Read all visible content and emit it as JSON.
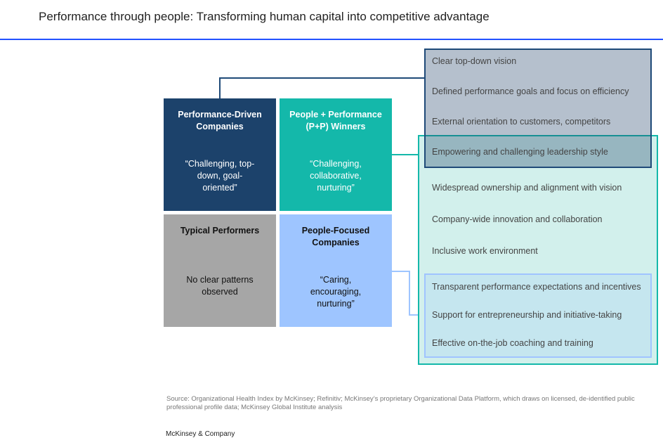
{
  "title": "Performance through people: Transforming human capital into competitive advantage",
  "quadrants": [
    {
      "heading": "Performance-Driven Companies",
      "quote": "“Challenging, top-down, goal-oriented”"
    },
    {
      "heading": "People + Performance (P+P) Winners",
      "quote": "“Challenging, collaborative, nurturing”"
    },
    {
      "heading": "Typical Performers",
      "quote": "No clear patterns observed"
    },
    {
      "heading": "People-Focused Companies",
      "quote": "“Caring, encouraging, nurturing”"
    }
  ],
  "performance_traits": [
    "Clear top-down vision",
    "Defined performance goals and focus on efficiency",
    "External orientation to customers, competitors",
    "Empowering and challenging leadership style"
  ],
  "winner_traits": [
    "Widespread ownership and alignment with vision",
    "Company-wide innovation and collaboration",
    "Inclusive work environment"
  ],
  "people_traits": [
    "Transparent performance expectations and incentives",
    "Support for entrepreneurship and initiative-taking",
    "Effective on-the-job coaching and training"
  ],
  "source": "Source: Organizational Health Index by McKinsey; Refinitiv; McKinsey’s proprietary Organizational Data Platform, which draws on licensed, de-identified public professional profile data; McKinsey Global Institute analysis",
  "brand": "McKinsey & Company",
  "colors": {
    "performance": "#1c426b",
    "winners": "#14b8aa",
    "typical": "#a6a6a6",
    "people": "#9ec5ff",
    "accent": "#2251ff"
  }
}
